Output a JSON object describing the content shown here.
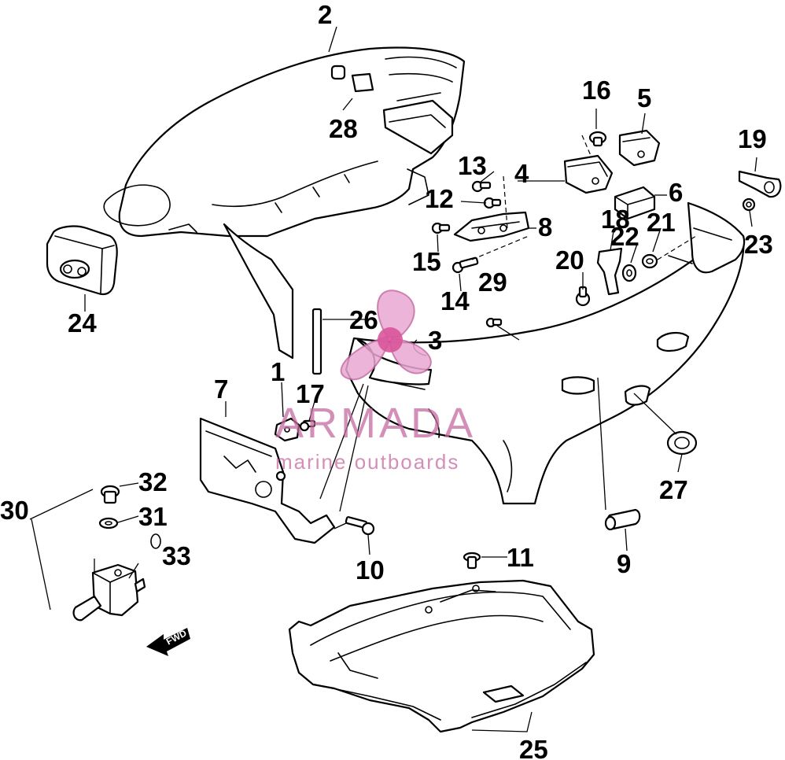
{
  "callouts": [
    {
      "id": "1",
      "label": "1"
    },
    {
      "id": "2",
      "label": "2"
    },
    {
      "id": "3",
      "label": "3"
    },
    {
      "id": "4",
      "label": "4"
    },
    {
      "id": "5",
      "label": "5"
    },
    {
      "id": "6",
      "label": "6"
    },
    {
      "id": "7",
      "label": "7"
    },
    {
      "id": "8",
      "label": "8"
    },
    {
      "id": "9",
      "label": "9"
    },
    {
      "id": "10",
      "label": "10"
    },
    {
      "id": "11",
      "label": "11"
    },
    {
      "id": "12",
      "label": "12"
    },
    {
      "id": "13",
      "label": "13"
    },
    {
      "id": "14",
      "label": "14"
    },
    {
      "id": "15",
      "label": "15"
    },
    {
      "id": "16",
      "label": "16"
    },
    {
      "id": "17",
      "label": "17"
    },
    {
      "id": "18",
      "label": "18"
    },
    {
      "id": "19",
      "label": "19"
    },
    {
      "id": "20",
      "label": "20"
    },
    {
      "id": "21",
      "label": "21"
    },
    {
      "id": "22",
      "label": "22"
    },
    {
      "id": "23",
      "label": "23"
    },
    {
      "id": "24",
      "label": "24"
    },
    {
      "id": "25",
      "label": "25"
    },
    {
      "id": "26",
      "label": "26"
    },
    {
      "id": "27",
      "label": "27"
    },
    {
      "id": "28",
      "label": "28"
    },
    {
      "id": "29",
      "label": "29"
    },
    {
      "id": "30",
      "label": "30"
    },
    {
      "id": "31",
      "label": "31"
    },
    {
      "id": "32",
      "label": "32"
    },
    {
      "id": "33",
      "label": "33"
    }
  ],
  "watermark": {
    "brand": "ARMADA",
    "tagline": "marine outboards",
    "color": "#c56aa0"
  },
  "direction_arrow": {
    "label": "FWD",
    "icon": "forward-arrow-icon"
  }
}
